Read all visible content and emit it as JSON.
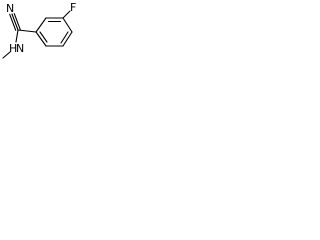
{
  "molecule": {
    "atoms": {
      "nitrile_n": "N",
      "fluorine": "F",
      "amine_n": "N",
      "amine_h": "H"
    }
  }
}
